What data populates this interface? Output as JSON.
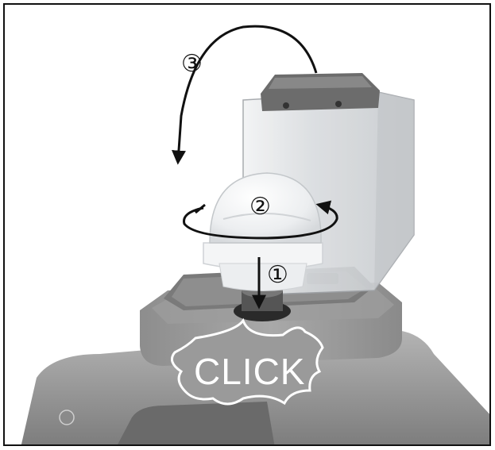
{
  "steps": {
    "step1": "①",
    "step2": "②",
    "step3": "③"
  },
  "callout": {
    "text": "CLICK"
  },
  "colors": {
    "device_body": "#9c9c9c",
    "device_dark": "#6e6e6e",
    "lid_clear": "#e6e8ea",
    "arrow": "#111111",
    "callout_fill": "#9a9a9a",
    "callout_stroke": "#ffffff"
  }
}
